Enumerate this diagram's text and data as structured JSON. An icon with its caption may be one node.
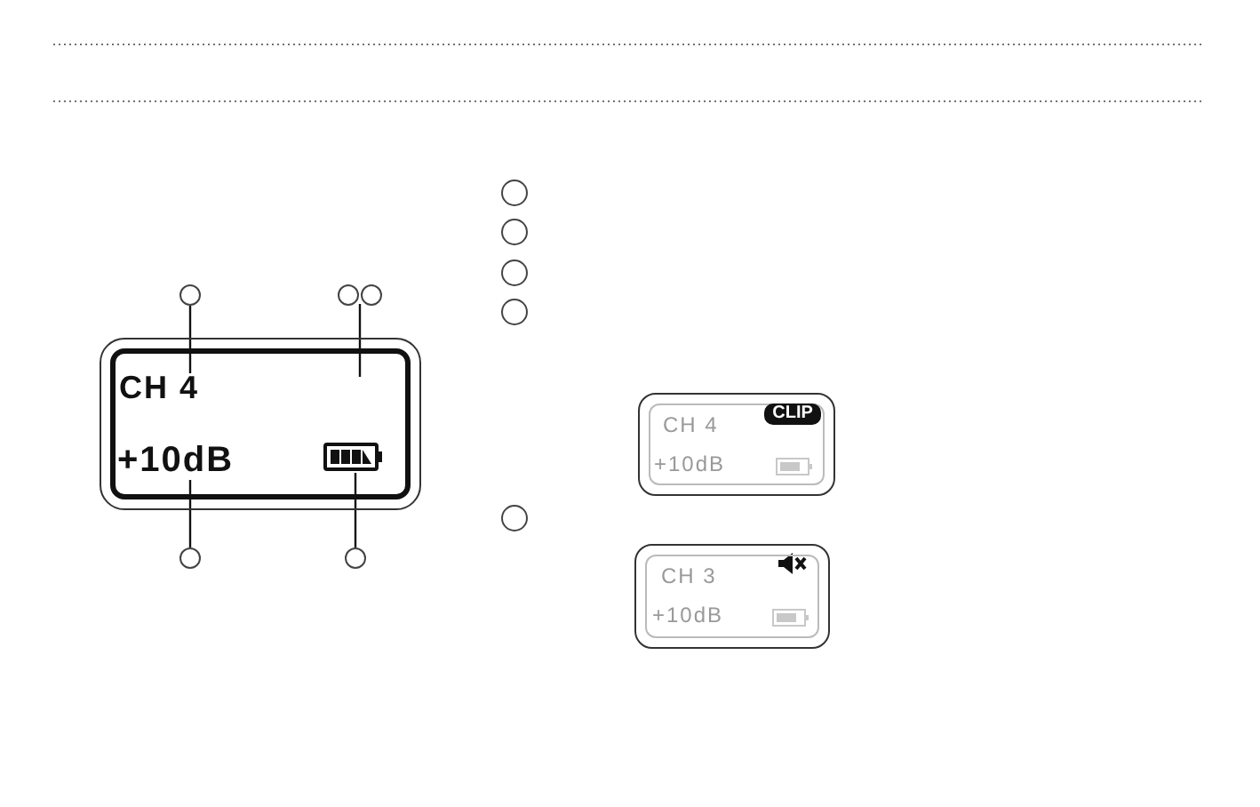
{
  "diagram": {
    "nodes": [
      {
        "text": [],
        "shape": "box"
      },
      {
        "text": [
          "CH 4"
        ],
        "in": 0
      },
      {
        "text": [
          "+10dB"
        ],
        "in": 0
      },
      {
        "text": [],
        "shape": "box",
        "in": 0
      },
      {
        "text": [],
        "shape": "circle"
      },
      {
        "text": [],
        "shape": "circle"
      },
      {
        "text": [],
        "shape": "circle"
      },
      {
        "text": [],
        "shape": "circle"
      },
      {
        "text": [],
        "shape": "circle"
      },
      {
        "text": [],
        "shape": "circle"
      },
      {
        "text": [],
        "shape": "circle"
      },
      {
        "text": [],
        "shape": "circle"
      },
      {
        "text": [],
        "shape": "circle"
      },
      {
        "text": [],
        "shape": "box"
      },
      {
        "text": [
          "CH 4"
        ],
        "in": 13
      },
      {
        "text": [
          "CLIP"
        ],
        "in": 13
      },
      {
        "text": [
          "+10dB"
        ],
        "in": 13
      },
      {
        "text": [],
        "shape": "circle"
      },
      {
        "text": [],
        "shape": "box"
      },
      {
        "text": [
          "CH 3"
        ],
        "in": 18
      },
      {
        "text": [
          "+10dB"
        ],
        "in": 18
      }
    ],
    "edges": [
      {
        "from": 4,
        "to": 1,
        "arrow": "none"
      },
      {
        "from": 5,
        "to": null,
        "arrow": "none"
      },
      {
        "from": 6,
        "to": null,
        "arrow": "none"
      },
      {
        "from": 7,
        "to": 2,
        "arrow": "none"
      },
      {
        "from": 8,
        "to": 3,
        "arrow": "none"
      }
    ]
  }
}
